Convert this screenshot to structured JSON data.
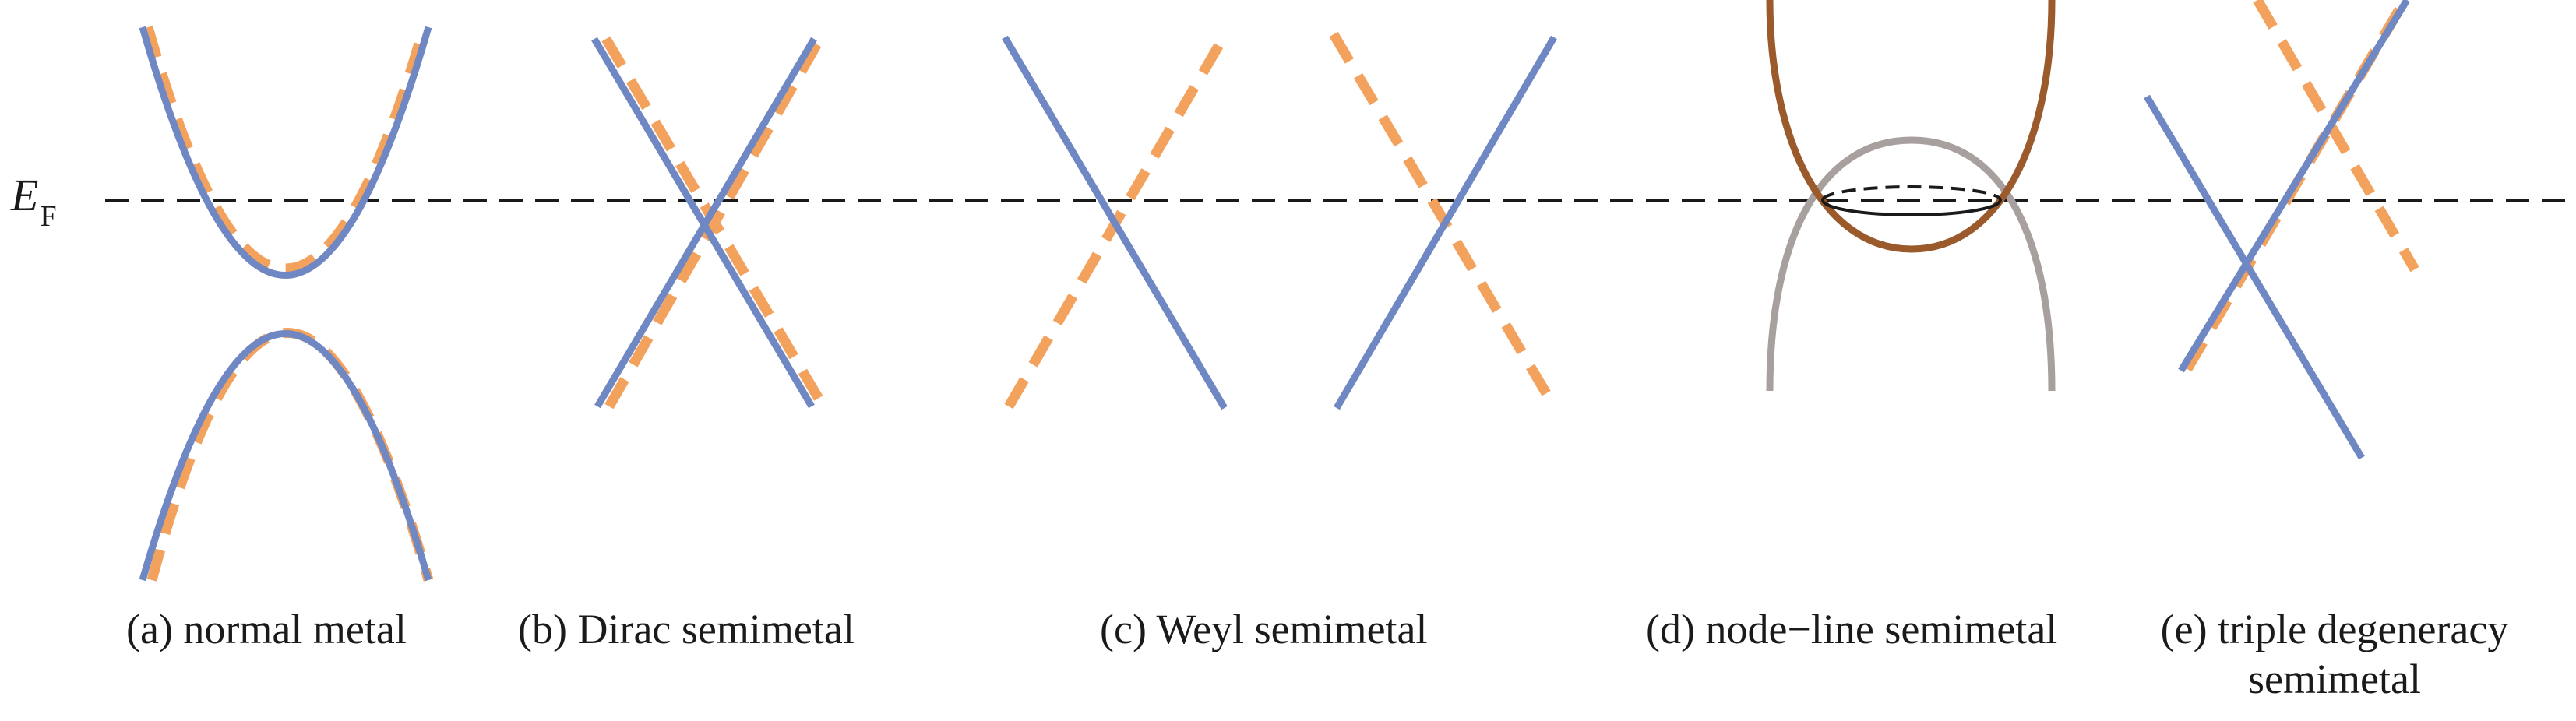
{
  "fermi_level": {
    "symbol": "E",
    "subscript": "F"
  },
  "colors": {
    "band_blue": "#6f87c2",
    "band_orange": "#f3a25d",
    "band_brown": "#9b5a2b",
    "band_gray": "#a89f9f",
    "fermi_line": "#1a1a1a"
  },
  "panels": [
    {
      "id": "a",
      "caption": "(a) normal metal"
    },
    {
      "id": "b",
      "caption": "(b) Dirac semimetal"
    },
    {
      "id": "c",
      "caption": "(c) Weyl semimetal"
    },
    {
      "id": "d",
      "caption": "(d) node−line semimetal"
    },
    {
      "id": "e",
      "caption_line1": "(e) triple degeneracy",
      "caption_line2": "semimetal"
    }
  ]
}
